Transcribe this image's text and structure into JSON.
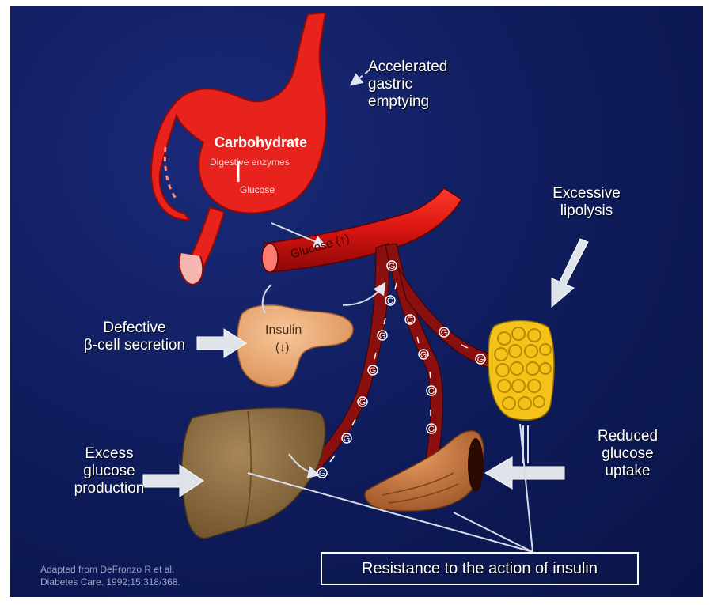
{
  "labels": {
    "gastric": [
      "Accelerated",
      "gastric",
      "emptying"
    ],
    "lipolysis": [
      "Excessive",
      "lipolysis"
    ],
    "beta_cell": [
      "Defective",
      "β-cell secretion"
    ],
    "glucose_production": [
      "Excess",
      "glucose",
      "production"
    ],
    "glucose_uptake": [
      "Reduced",
      "glucose",
      "uptake"
    ]
  },
  "organ_text": {
    "stomach_title": "Carbohydrate",
    "stomach_enzymes": "Digestive enzymes",
    "stomach_product": "Glucose",
    "blood_glucose": "Glucose (↑)",
    "pancreas_insulin": "Insulin",
    "pancreas_arrow": "(↓)"
  },
  "vessel_marker": "G",
  "resistance_text": "Resistance to the action of insulin",
  "citation": [
    "Adapted from DeFronzo R et al.",
    "Diabetes Care. 1992;15:318/368."
  ],
  "colors": {
    "background": "#101d5e",
    "stomach": "#e8231e",
    "blood_vessel": "#d01010",
    "pancreas": "#f0b07a",
    "liver": "#8a6a3a",
    "fat": "#f5c21a",
    "muscle": "#c77840",
    "arrow": "#e6e6e6",
    "text": "#ffffff"
  }
}
